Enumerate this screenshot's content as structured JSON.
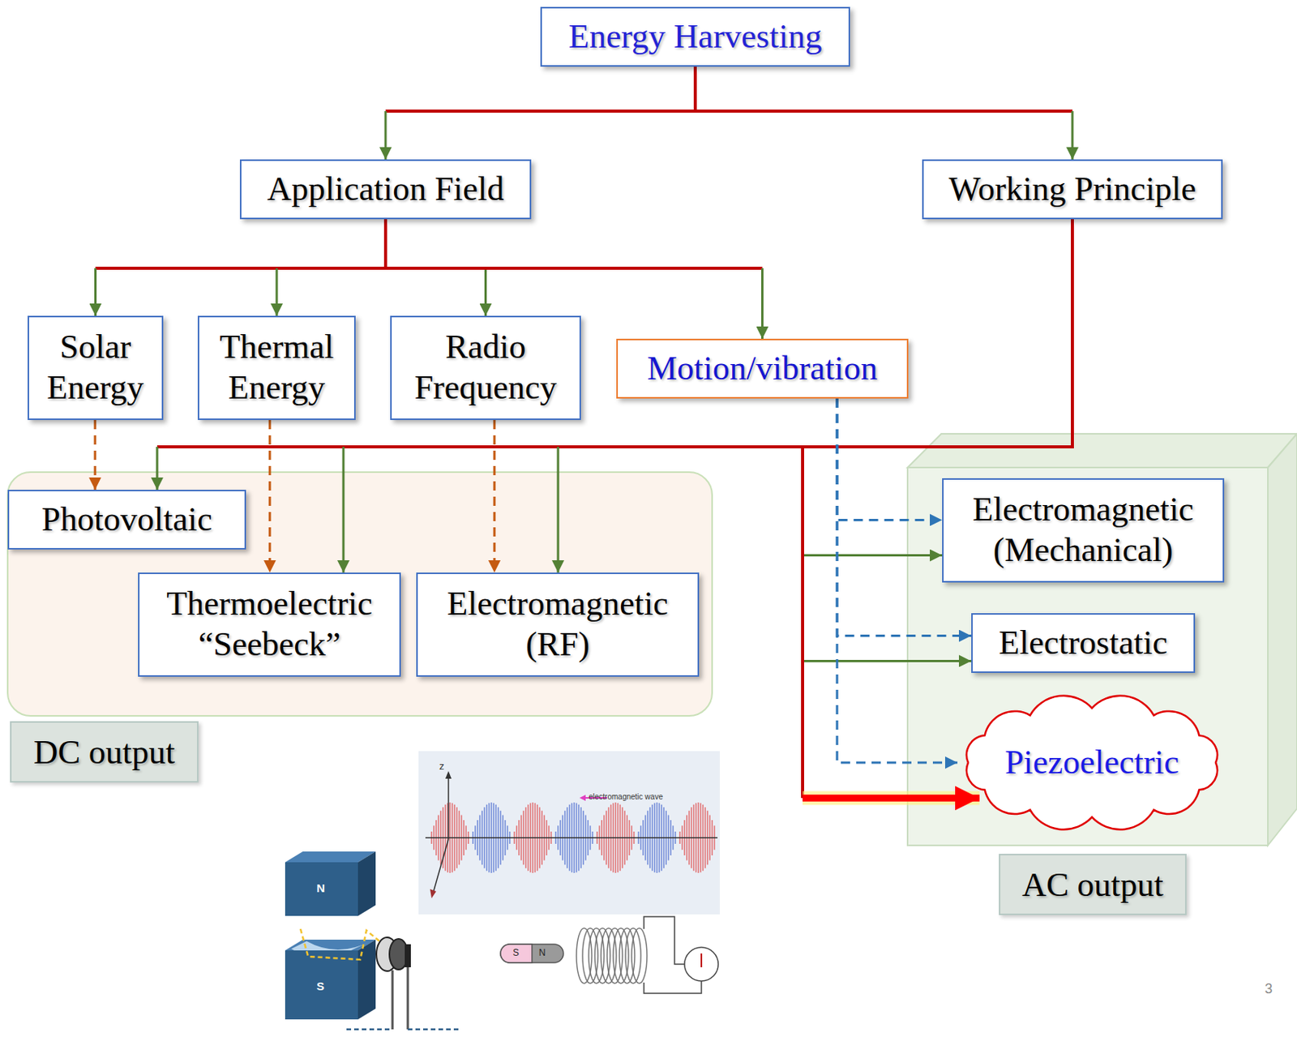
{
  "diagram": {
    "nodes": [
      {
        "text": [
          "Energy Harvesting"
        ]
      },
      {
        "text": [
          "Application Field"
        ]
      },
      {
        "text": [
          "Working Principle"
        ]
      },
      {
        "text": [
          "Solar Energy"
        ]
      },
      {
        "text": [
          "Thermal Energy"
        ]
      },
      {
        "text": [
          "Radio Frequency"
        ]
      },
      {
        "text": [
          "Motion/vibration"
        ]
      },
      {
        "text": [
          "DC output"
        ]
      },
      {
        "text": [
          "Photovoltaic"
        ],
        "in": 7
      },
      {
        "text": [
          "Thermoelectric “Seebeck”"
        ],
        "in": 7
      },
      {
        "text": [
          "Electromagnetic (RF)"
        ],
        "in": 7
      },
      {
        "text": [
          "AC output"
        ]
      },
      {
        "text": [
          "Electromagnetic (Mechanical)"
        ],
        "in": 11
      },
      {
        "text": [
          "Electrostatic"
        ],
        "in": 11
      },
      {
        "text": [
          "Piezoelectric"
        ],
        "in": 11
      }
    ],
    "edges": [
      {
        "from": 0,
        "to": 1,
        "arrow": "to"
      },
      {
        "from": 0,
        "to": 2,
        "arrow": "to"
      },
      {
        "from": 1,
        "to": 3,
        "arrow": "to"
      },
      {
        "from": 1,
        "to": 4,
        "arrow": "to"
      },
      {
        "from": 1,
        "to": 5,
        "arrow": "to"
      },
      {
        "from": 1,
        "to": 6,
        "arrow": "to"
      },
      {
        "from": 2,
        "to": 8,
        "arrow": "to"
      },
      {
        "from": 2,
        "to": 9,
        "arrow": "to"
      },
      {
        "from": 2,
        "to": 10,
        "arrow": "to"
      },
      {
        "from": 2,
        "to": 12,
        "arrow": "to"
      },
      {
        "from": 2,
        "to": 13,
        "arrow": "to"
      },
      {
        "from": 2,
        "to": 14,
        "arrow": "to"
      },
      {
        "from": 3,
        "to": 8,
        "arrow": "to"
      },
      {
        "from": 4,
        "to": 9,
        "arrow": "to"
      },
      {
        "from": 5,
        "to": 10,
        "arrow": "to"
      },
      {
        "from": 6,
        "to": 12,
        "arrow": "to"
      },
      {
        "from": 6,
        "to": 13,
        "arrow": "to"
      },
      {
        "from": 6,
        "to": 14,
        "arrow": "to"
      }
    ],
    "labels": [
      "z",
      "electromagnetic wave",
      "N",
      "S",
      "S",
      "N",
      "3"
    ]
  }
}
